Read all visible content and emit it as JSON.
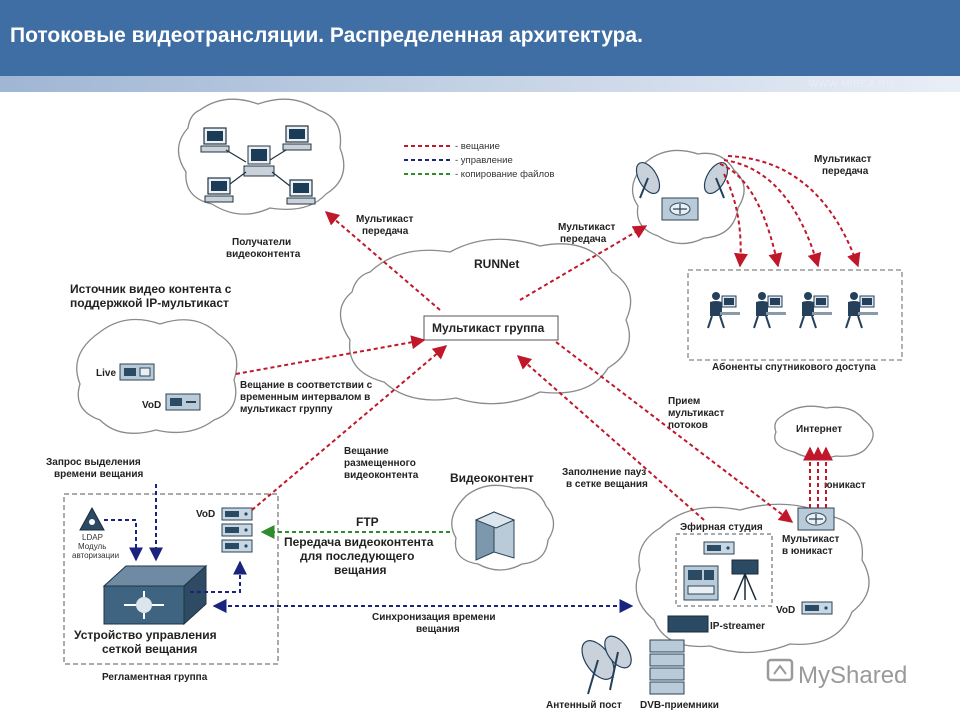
{
  "header": {
    "title": "Потоковые видеотрансляции. Распределенная архитектура.",
    "url": "WWW.MIREA.RU"
  },
  "legend": {
    "broadcast": "- вещание",
    "control": "- управление",
    "copy": "- копирование файлов"
  },
  "colors": {
    "broadcast": "#c0182a",
    "control": "#1a237e",
    "copy": "#2e8b2e",
    "header": "#3f6ea5"
  },
  "labels": {
    "receivers": [
      "Получатели",
      "видеоконтента"
    ],
    "multicast_top_left": [
      "Мультикаст",
      "передача"
    ],
    "runnet": "RUNNet",
    "multicast_group": "Мультикаст группа",
    "multicast_top_right": [
      "Мультикаст",
      "передача"
    ],
    "multicast_far_right": [
      "Мультикаст",
      "передача"
    ],
    "satellite_subscribers": "Абоненты спутникового доступа",
    "source": [
      "Источник видео контента с",
      "поддержкой IP-мультикаст"
    ],
    "live": "Live",
    "vod": "VoD",
    "broadcast_interval": [
      "Вещание в соответствии с",
      "временным интервалом в",
      "мультикаст группу"
    ],
    "receive_multicast": [
      "Прием",
      "мультикаст",
      "потоков"
    ],
    "internet": "Интернет",
    "unicast": "юникаст",
    "request_time": [
      "Запрос выделения",
      "времени вещания"
    ],
    "placed_content": [
      "Вещание",
      "размещенного",
      "видеоконтента"
    ],
    "video_content": "Видеоконтент",
    "fill_pauses": [
      "Заполнение пауз",
      "в сетке вещания"
    ],
    "ldap": [
      "LDAP",
      "Модуль",
      "авторизации"
    ],
    "vod_reg": "VoD",
    "ftp": [
      "FTP",
      "Передача видеоконтента",
      "для последующего",
      "вещания"
    ],
    "broadcast_studio": "Эфирная студия",
    "multicast_to_unicast": [
      "Мультикаст",
      "в юникаст"
    ],
    "sync_time": [
      "Синхронизация времени",
      "вещания"
    ],
    "vod_studio": "VoD",
    "ip_streamer": "IP-streamer",
    "control_device": [
      "Устройство управления",
      "сеткой вещания"
    ],
    "reglament_group": "Регламентная группа",
    "antenna_post": "Антенный пост",
    "dvb_receivers": "DVB-приемники"
  },
  "brand": "MyShared",
  "icons": [
    "computer-icon",
    "server-icon",
    "satellite-dish-icon",
    "router-icon",
    "operator-icon",
    "camera-icon",
    "ldap-icon",
    "switch-icon"
  ]
}
